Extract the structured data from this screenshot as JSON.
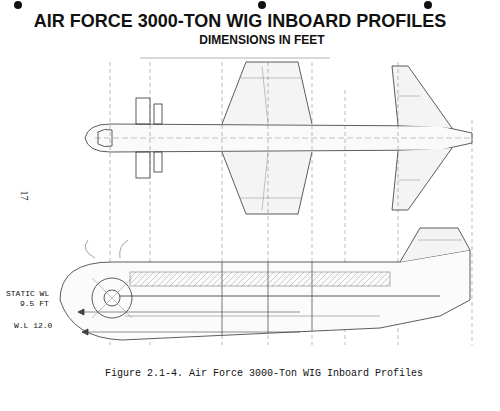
{
  "diagram": {
    "title": "AIR FORCE 3000-TON WIG INBOARD PROFILES",
    "caption": "Figure 2.1-4. Air Force 3000-Ton WIG Inboard Profiles",
    "labels": [
      "DIMENSIONS IN FEET",
      "17",
      "STATIC WL",
      "9.5 FT",
      "W.L 12.0"
    ]
  }
}
